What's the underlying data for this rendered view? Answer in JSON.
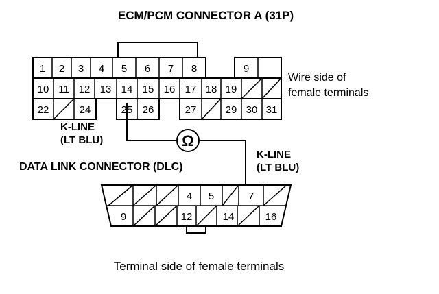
{
  "ecm_connector": {
    "title": "ECM/PCM CONNECTOR A (31P)",
    "side_label_line1": "Wire side of",
    "side_label_line2": "female terminals",
    "row1": [
      "1",
      "2",
      "3",
      "4",
      "5",
      "6",
      "7",
      "8",
      "9"
    ],
    "row2": [
      "10",
      "11",
      "12",
      "13",
      "14",
      "15",
      "16",
      "17",
      "18",
      "19"
    ],
    "row3": [
      "22",
      "24",
      "25",
      "26",
      "27",
      "29",
      "30",
      "31"
    ]
  },
  "wire_left": {
    "line1": "K-LINE",
    "line2": "(LT BLU)"
  },
  "wire_right": {
    "line1": "K-LINE",
    "line2": "(LT BLU)"
  },
  "ohmmeter_symbol": "Ω",
  "dlc": {
    "title": "DATA LINK CONNECTOR (DLC)",
    "top_row": [
      "4",
      "5",
      "7"
    ],
    "bottom_row": [
      "9",
      "12",
      "14",
      "16"
    ]
  },
  "caption": "Terminal side of female terminals"
}
